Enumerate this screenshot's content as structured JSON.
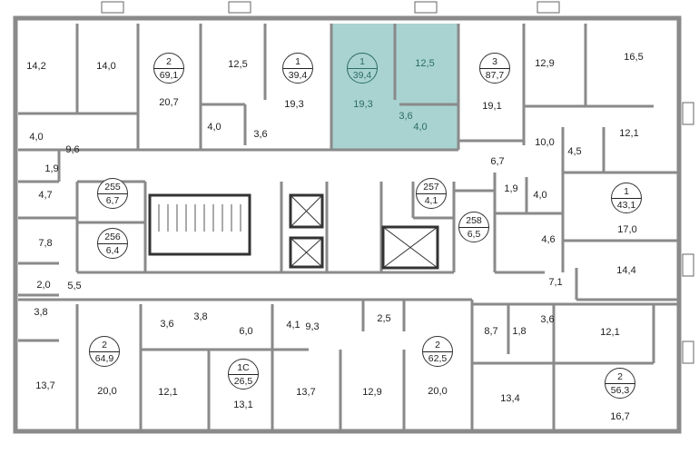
{
  "colors": {
    "wall": "#8a8a8a",
    "wall_dark": "#3a3a3a",
    "highlight": "#a8d3d0"
  },
  "rooms": [
    "14,2",
    "14,0",
    "20,7",
    "12,5",
    "19,3",
    "4,0",
    "3,6",
    "4,0",
    "9,6",
    "1,9",
    "4,7",
    "7,8",
    "2,0",
    "5,5",
    "3,8",
    "12,5",
    "19,3",
    "3,6",
    "4,0",
    "12,9",
    "16,5",
    "19,1",
    "10,0",
    "4,5",
    "12,1",
    "6,7",
    "1,9",
    "4,0",
    "17,0",
    "4,6",
    "14,4",
    "7,1",
    "2,5",
    "9,3",
    "4,1",
    "6,0",
    "3,8",
    "3,6",
    "8,7",
    "1,8",
    "3,6",
    "12,1",
    "13,7",
    "20,0",
    "12,1",
    "13,1",
    "13,7",
    "12,9",
    "20,0",
    "13,4",
    "16,7"
  ],
  "badges": [
    {
      "top": "2",
      "bottom": "69,1"
    },
    {
      "top": "1",
      "bottom": "39,4"
    },
    {
      "top": "1",
      "bottom": "39,4",
      "highlighted": true
    },
    {
      "top": "3",
      "bottom": "87,7"
    },
    {
      "top": "1",
      "bottom": "43,1"
    },
    {
      "top": "255",
      "bottom": "6,7"
    },
    {
      "top": "256",
      "bottom": "6,4"
    },
    {
      "top": "257",
      "bottom": "4,1"
    },
    {
      "top": "258",
      "bottom": "6,5"
    },
    {
      "top": "2",
      "bottom": "64,9"
    },
    {
      "top": "2",
      "bottom": "62,5"
    },
    {
      "top": "1С",
      "bottom": "26,5"
    },
    {
      "top": "2",
      "bottom": "56,3"
    }
  ]
}
